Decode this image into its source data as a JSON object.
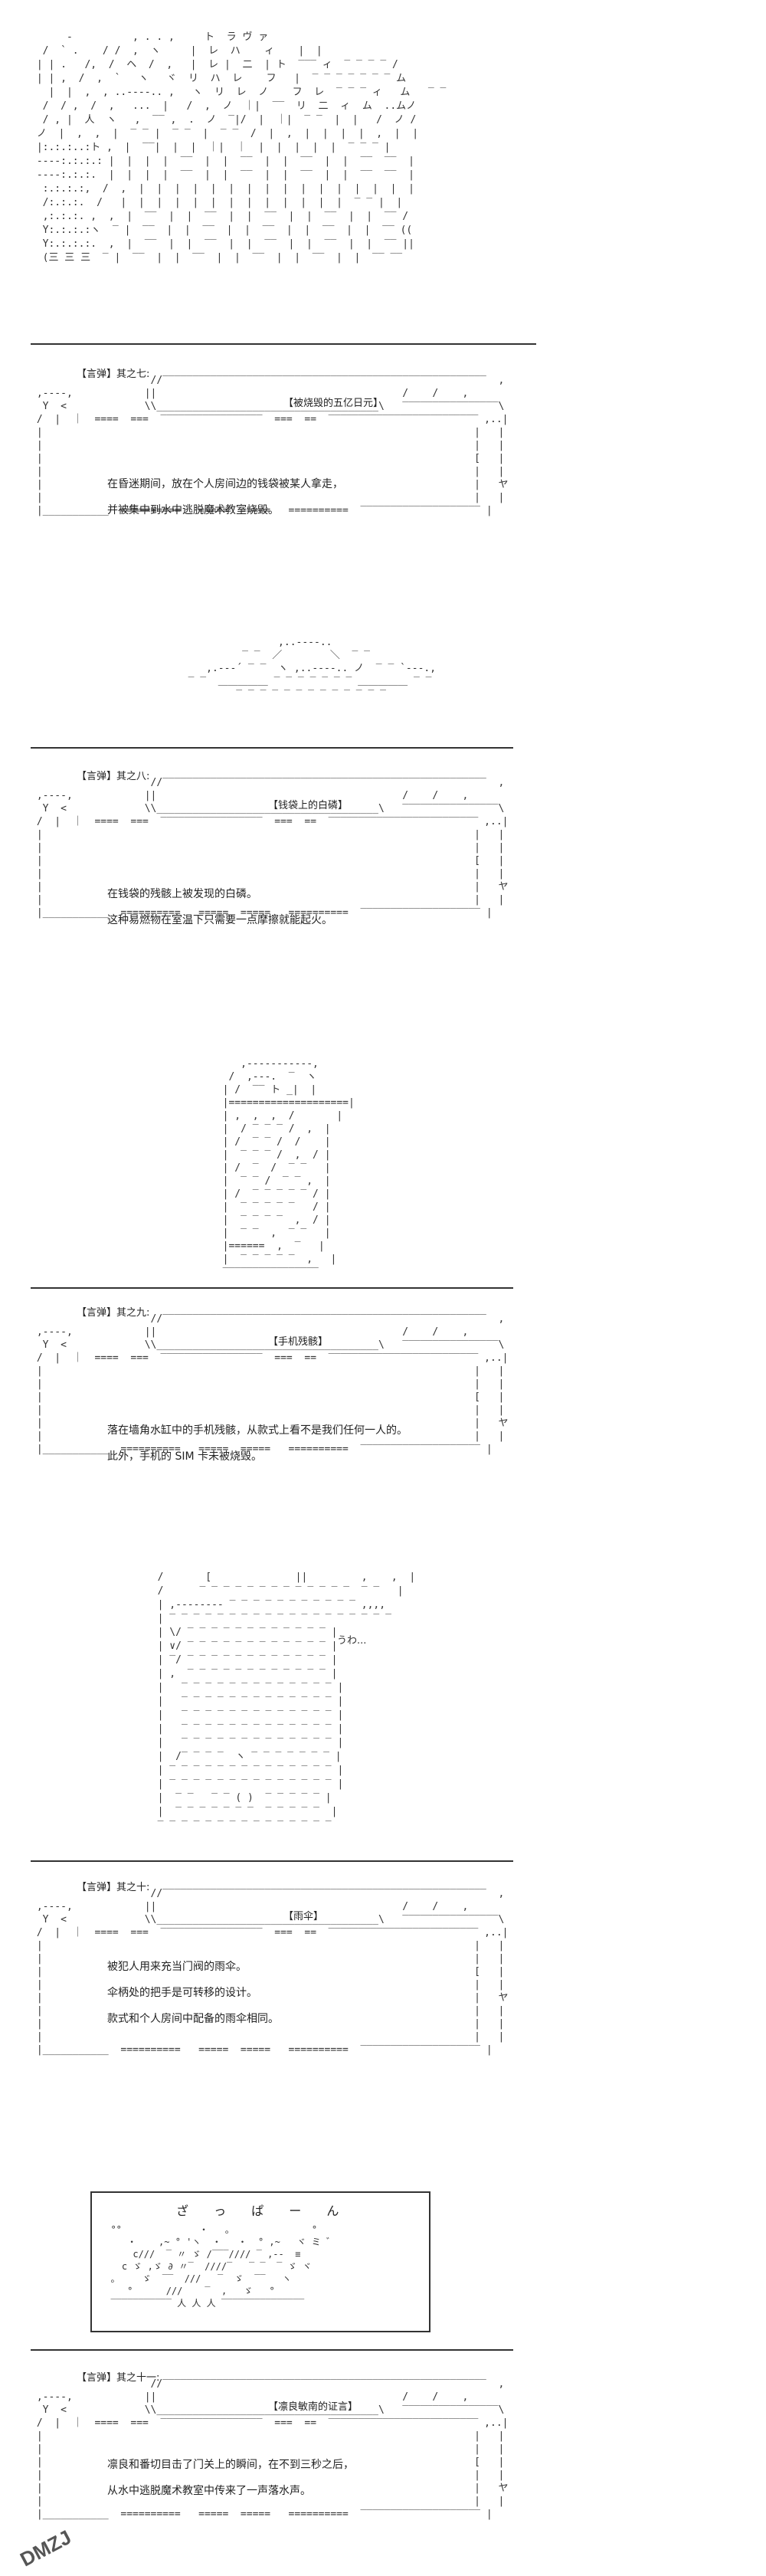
{
  "sections": [
    {
      "tag": "【言弹】其之七:",
      "title": "【被烧毁的五亿日元】",
      "lines": [
        "在昏迷期间，放在个人房间边的钱袋被某人拿走，",
        "并被集中到水中逃脱魔术教室烧毁。"
      ]
    },
    {
      "tag": "【言弹】其之八:",
      "title": "【钱袋上的白磷】",
      "lines": [
        "在钱袋的残骸上被发现的白磷。",
        "这种易燃物在室温下只需要一点摩擦就能起火。"
      ]
    },
    {
      "tag": "【言弹】其之九:",
      "title": "【手机残骸】",
      "lines": [
        "落在墙角水缸中的手机残骸，从款式上看不是我们任何一人的。",
        "此外，手机的 SIM 卡未被烧毁。"
      ]
    },
    {
      "tag": "【言弹】其之十:",
      "title": "【雨伞】",
      "lines": [
        "被犯人用来充当门阀的雨伞。",
        "伞柄处的把手是可转移的设计。",
        "款式和个人房间中配备的雨伞相同。"
      ]
    },
    {
      "tag": "【言弹】其之十一:",
      "title": "【凛良敏南的证言】",
      "lines": [
        "凛良和番切目击了门关上的瞬间，在不到三秒之后，",
        "从水中逃脱魔术教室中传来了一声落水声。"
      ]
    }
  ],
  "sfx": "ざ っ ぱ ー ん",
  "reaction": "うわ...",
  "watermark": "DMZJ",
  "colors": {
    "ink": "#333333",
    "background": "#ffffff",
    "watermark": "#555555"
  }
}
